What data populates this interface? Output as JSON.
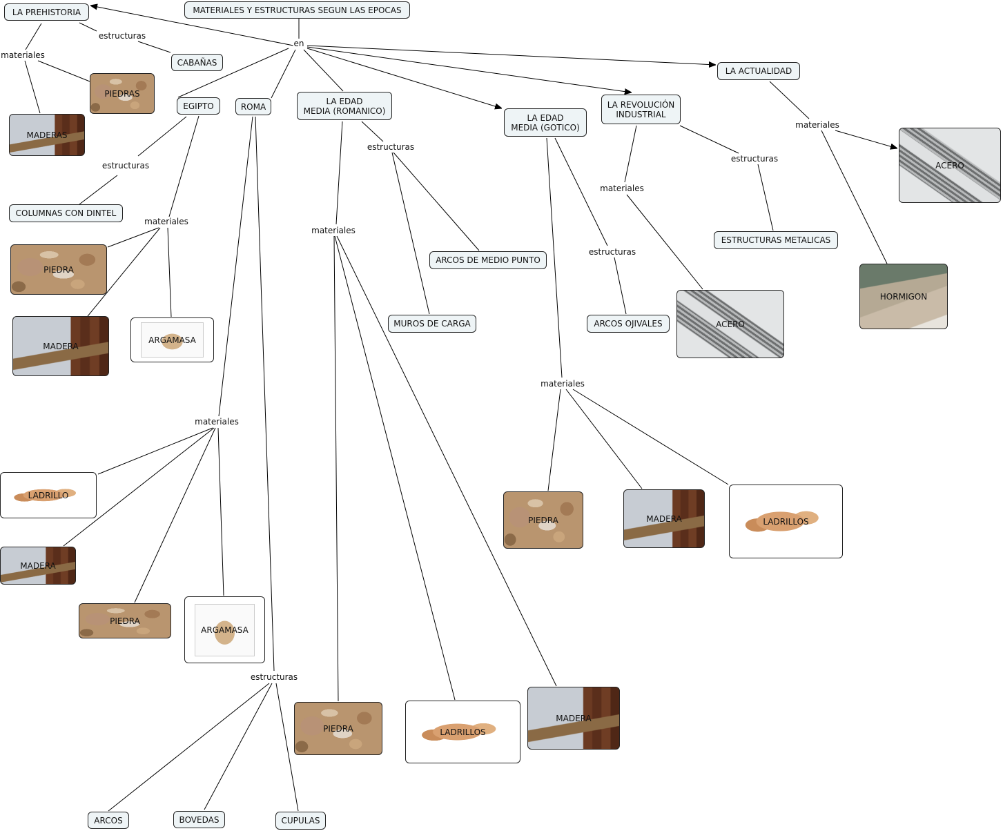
{
  "title": "MATERIALES Y ESTRUCTURAS SEGUN LAS EPOCAS",
  "link_labels": {
    "en": "en",
    "estructuras": "estructuras",
    "materiales": "materiales"
  },
  "epochs": {
    "prehistoria": "LA PREHISTORIA",
    "egipto": "EGIPTO",
    "roma": "ROMA",
    "romanico": "LA EDAD\nMEDIA (ROMANICO)",
    "gotico": "LA EDAD\nMEDIA (GOTICO)",
    "revolucion": "LA REVOLUCIÓN\nINDUSTRIAL",
    "actualidad": "LA ACTUALIDAD"
  },
  "structures": {
    "cabanas": "CABAÑAS",
    "columnas": "COLUMNAS CON DINTEL",
    "arcos_medio_punto": "ARCOS DE MEDIO PUNTO",
    "muros_carga": "MUROS DE CARGA",
    "arcos_ojivales": "ARCOS OJIVALES",
    "estructuras_metalicas": "ESTRUCTURAS METALICAS",
    "arcos": "ARCOS",
    "bovedas": "BOVEDAS",
    "cupulas": "CUPULAS"
  },
  "materials": {
    "piedras": "PIEDRAS",
    "maderas": "MADERAS",
    "piedra": "PIEDRA",
    "madera": "MADERA",
    "argamasa": "ARGAMASA",
    "ladrillo": "LADRILLO",
    "ladrillos": "LADRILLOS",
    "acero": "ACERO",
    "hormigon": "HORMIGON"
  }
}
